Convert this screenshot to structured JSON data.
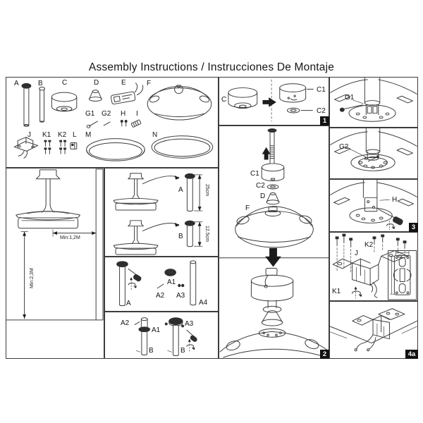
{
  "title": "Assembly Instructions / Instrucciones De Montaje",
  "colors": {
    "line": "#3c3c3c",
    "badge_bg": "#121212",
    "badge_text": "#ffffff",
    "background": "#ffffff"
  },
  "parts": {
    "a": "A",
    "b": "B",
    "c": "C",
    "d": "D",
    "e": "E",
    "f": "F",
    "g1": "G1",
    "g2": "G2",
    "h": "H",
    "i": "I",
    "j": "J",
    "k1": "K1",
    "k2": "K2",
    "l": "L",
    "m": "M",
    "n": "N"
  },
  "room": {
    "min_distance_wall": "Min:1,2M",
    "min_distance_floor": "Min:2,3M"
  },
  "rod_selection": {
    "rod_a": "A",
    "rod_a_length": "25cm",
    "rod_b": "B",
    "rod_b_length": "12.5cm"
  },
  "rod_disassembly": {
    "a": "A",
    "a1": "A1",
    "a2": "A2",
    "a3": "A3",
    "a4": "A4"
  },
  "rod_reassembly": {
    "a2": "A2",
    "a1": "A1",
    "b_left": "B",
    "a3": "A3",
    "b_right": "B"
  },
  "step1": {
    "badge": "1",
    "c": "C",
    "c1": "C1",
    "c2": "C2"
  },
  "step2": {
    "badge": "2",
    "c1": "C1",
    "c2": "C2",
    "d": "D",
    "f": "F"
  },
  "step_g1": {
    "g1": "G1"
  },
  "step_g2": {
    "g2": "G2"
  },
  "step3": {
    "badge": "3",
    "h": "H"
  },
  "step4": {
    "badge": "4a",
    "j": "J",
    "k1": "K1",
    "k2": "K2"
  }
}
